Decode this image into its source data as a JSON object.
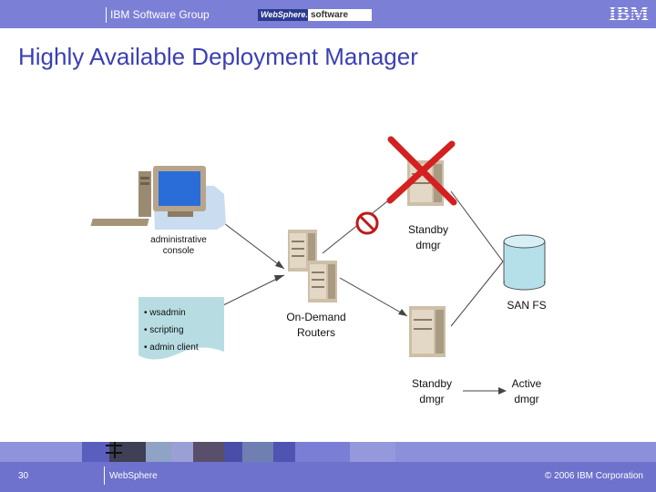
{
  "header": {
    "group_label": "IBM Software Group",
    "websphere_brand": "WebSphere.",
    "websphere_software": "software",
    "ibm_logo": "IBM"
  },
  "slide": {
    "title": "Highly Available Deployment Manager"
  },
  "diagram": {
    "admin_console_label": [
      "administrative",
      "console"
    ],
    "script_items": [
      "• wsadmin",
      "• scripting",
      "• admin client"
    ],
    "standby_top_label": [
      "Standby",
      "dmgr"
    ],
    "routers_label": [
      "On-Demand",
      "Routers"
    ],
    "san_label": "SAN FS",
    "standby_bottom_label": [
      "Standby",
      "dmgr"
    ],
    "active_label": [
      "Active",
      "dmgr"
    ]
  },
  "footer": {
    "page_number": "30",
    "product": "WebSphere",
    "copyright": "© 2006 IBM Corporation"
  },
  "colors": {
    "header_bar": "#7b7fd6",
    "footer_bar": "#6e72cc",
    "title": "#3b3fb4",
    "failure_x": "#d42020"
  }
}
